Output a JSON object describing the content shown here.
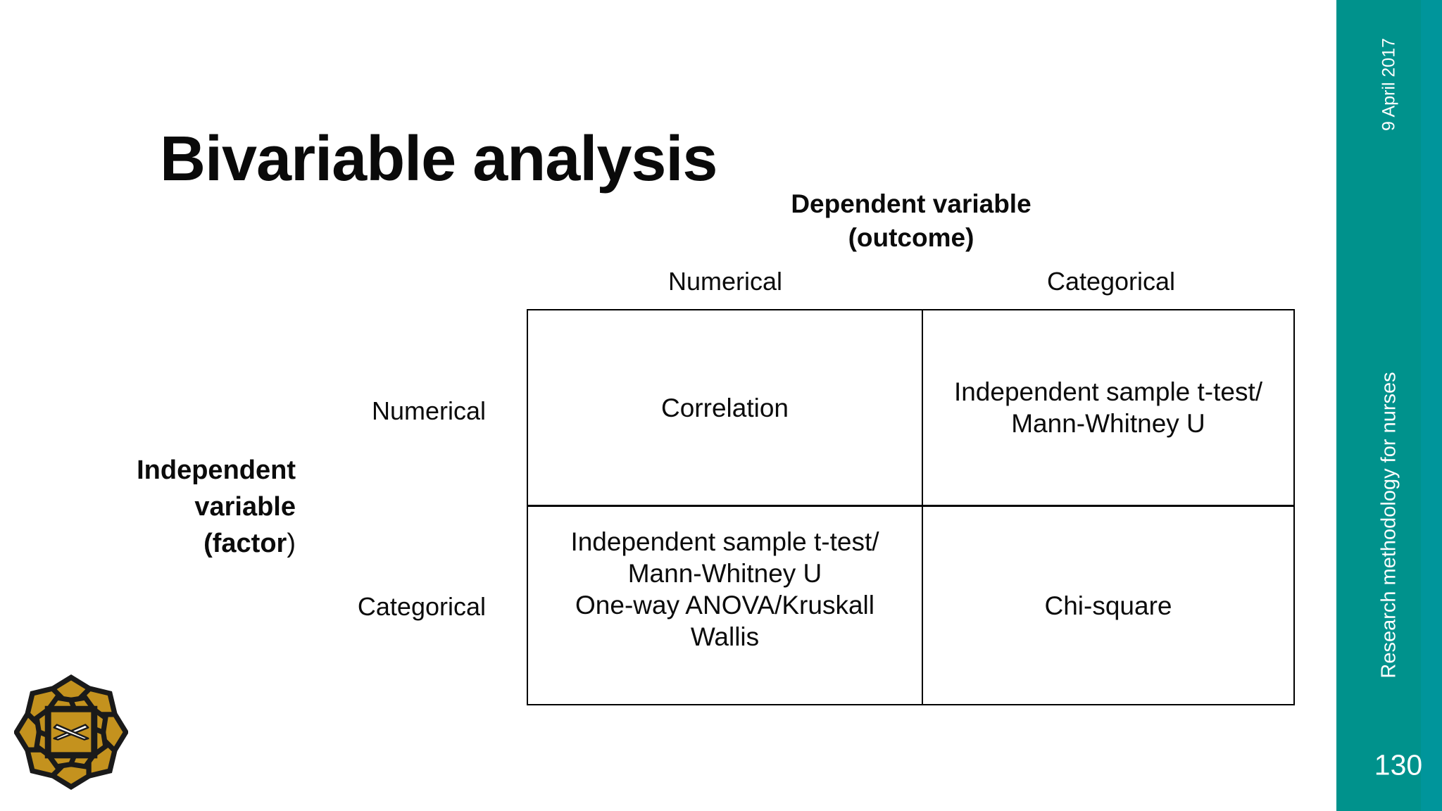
{
  "slide": {
    "title": "Bivariable analysis",
    "date": "9 April 2017",
    "course": "Research methodology for nurses",
    "page_number": "130"
  },
  "matrix": {
    "column_axis_title": "Dependent variable\n(outcome)",
    "column_headers": [
      "Numerical",
      "Categorical"
    ],
    "row_axis_title_lines": [
      "Independent",
      "variable"
    ],
    "row_axis_title_paren_bold": "(factor",
    "row_axis_title_paren_regular": ")",
    "row_headers": [
      "Numerical",
      "Categorical"
    ],
    "cells": {
      "numerical_numerical": "Correlation",
      "numerical_categorical": "Independent sample t-test/\nMann-Whitney U",
      "categorical_numerical": "Independent sample t-test/\nMann-Whitney U\nOne-way ANOVA/Kruskall\nWallis",
      "categorical_categorical": "Chi-square"
    }
  },
  "colors": {
    "sidebar_teal": "#00928C",
    "sidebar_text": "#FDFEFE",
    "logo_gold": "#C4921E",
    "logo_black": "#1A1A1A",
    "table_border": "#000000",
    "text": "#0B0B0B"
  },
  "icons": {
    "university_logo": "iium-flower-emblem"
  }
}
